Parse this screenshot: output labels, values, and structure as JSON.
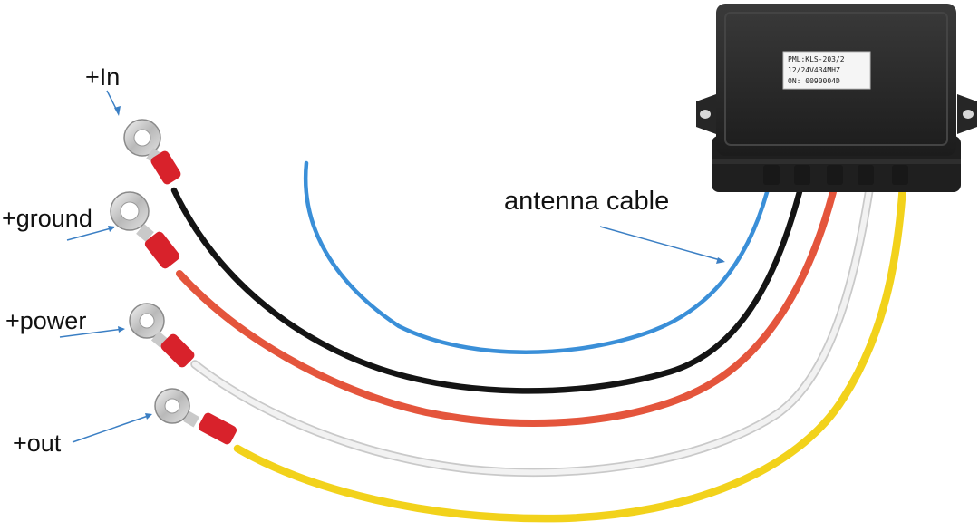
{
  "labels": {
    "in": "+In",
    "ground": "+ground",
    "power": "+power",
    "out": "+out",
    "antenna": "antenna cable"
  },
  "device": {
    "plate_lines": [
      "PML:KLS-203/2",
      "12/24V434MHZ",
      "ON: 0090004D"
    ]
  },
  "colors": {
    "wire_blue": "#3a8fd8",
    "wire_black": "#141414",
    "wire_red": "#e4553c",
    "wire_white": "#e6e6e6",
    "wire_yellow": "#f2d21b",
    "terminal_red": "#d8222b",
    "arrow": "#3b7fc4",
    "housing": "#2a2a2a"
  }
}
